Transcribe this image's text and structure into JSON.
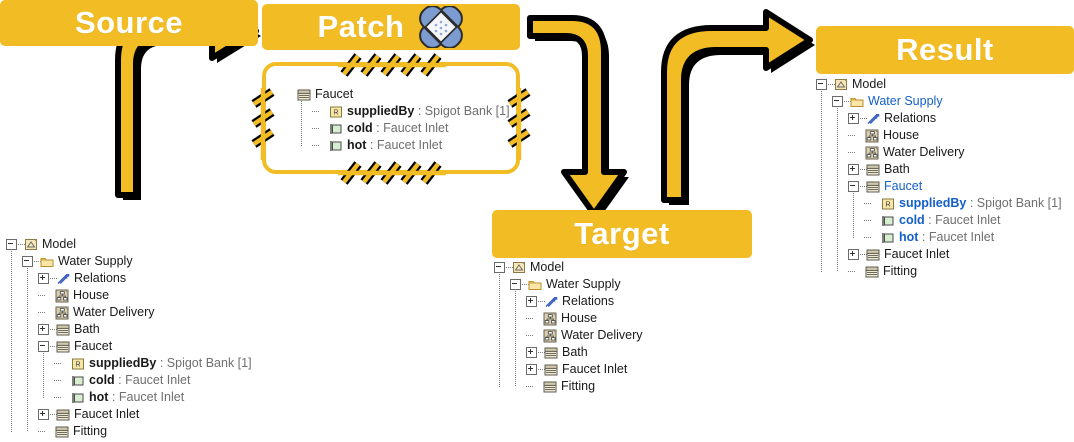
{
  "banners": {
    "source": "Source",
    "patch": "Patch",
    "target": "Target",
    "result": "Result",
    "patch_icon": "bandage-icon",
    "color": "#F2BC24",
    "text_color": "#FFFFFF"
  },
  "arrows": [
    {
      "name": "arrow-source-to-patch",
      "from": "Source",
      "to": "Patch",
      "direction": "up-right",
      "color": "#F2BC24"
    },
    {
      "name": "arrow-patch-to-target",
      "from": "Patch",
      "to": "Target",
      "direction": "down",
      "color": "#F2BC24"
    },
    {
      "name": "arrow-target-to-result",
      "from": "Target",
      "to": "Result",
      "direction": "up-right",
      "color": "#F2BC24"
    }
  ],
  "source_tree": {
    "title": "Source",
    "nodes": [
      {
        "depth": 0,
        "toggle": "minus",
        "icon": "model-icon",
        "name": "Model",
        "type": "",
        "bold": false,
        "blue": false
      },
      {
        "depth": 1,
        "toggle": "minus",
        "icon": "folder-icon",
        "name": "Water Supply",
        "type": "",
        "bold": false,
        "blue": false
      },
      {
        "depth": 2,
        "toggle": "plus",
        "icon": "relations-icon",
        "name": "Relations",
        "type": "",
        "bold": false,
        "blue": false
      },
      {
        "depth": 2,
        "toggle": "leaf",
        "icon": "diagram-icon",
        "name": "House",
        "type": "",
        "bold": false,
        "blue": false
      },
      {
        "depth": 2,
        "toggle": "leaf",
        "icon": "diagram-icon",
        "name": "Water Delivery",
        "type": "",
        "bold": false,
        "blue": false
      },
      {
        "depth": 2,
        "toggle": "plus",
        "icon": "block-icon",
        "name": "Bath",
        "type": "",
        "bold": false,
        "blue": false
      },
      {
        "depth": 2,
        "toggle": "minus",
        "icon": "block-icon",
        "name": "Faucet",
        "type": "",
        "bold": false,
        "blue": false
      },
      {
        "depth": 3,
        "toggle": "leaf",
        "icon": "reference-icon",
        "name": "suppliedBy",
        "type": " : Spigot Bank [1]",
        "bold": true,
        "blue": false
      },
      {
        "depth": 3,
        "toggle": "leaf",
        "icon": "port-icon",
        "name": "cold",
        "type": " : Faucet Inlet",
        "bold": true,
        "blue": false
      },
      {
        "depth": 3,
        "toggle": "leaf",
        "icon": "port-icon",
        "name": "hot",
        "type": " : Faucet Inlet",
        "bold": true,
        "blue": false
      },
      {
        "depth": 2,
        "toggle": "plus",
        "icon": "block-icon",
        "name": "Faucet Inlet",
        "type": "",
        "bold": false,
        "blue": false
      },
      {
        "depth": 2,
        "toggle": "leaf",
        "icon": "block-icon",
        "name": "Fitting",
        "type": "",
        "bold": false,
        "blue": false
      }
    ]
  },
  "patch_tree": {
    "title": "Patch",
    "nodes": [
      {
        "depth": 0,
        "toggle": "none",
        "icon": "block-icon",
        "name": "Faucet",
        "type": "",
        "bold": false,
        "blue": false
      },
      {
        "depth": 1,
        "toggle": "leaf",
        "icon": "reference-icon",
        "name": "suppliedBy",
        "type": " : Spigot Bank [1]",
        "bold": true,
        "blue": false
      },
      {
        "depth": 1,
        "toggle": "leaf",
        "icon": "port-icon",
        "name": "cold",
        "type": " : Faucet Inlet",
        "bold": true,
        "blue": false
      },
      {
        "depth": 1,
        "toggle": "leaf",
        "icon": "port-icon",
        "name": "hot",
        "type": " : Faucet Inlet",
        "bold": true,
        "blue": false
      }
    ]
  },
  "target_tree": {
    "title": "Target",
    "nodes": [
      {
        "depth": 0,
        "toggle": "minus",
        "icon": "model-icon",
        "name": "Model",
        "type": "",
        "bold": false,
        "blue": false
      },
      {
        "depth": 1,
        "toggle": "minus",
        "icon": "folder-icon",
        "name": "Water Supply",
        "type": "",
        "bold": false,
        "blue": false
      },
      {
        "depth": 2,
        "toggle": "plus",
        "icon": "relations-icon",
        "name": "Relations",
        "type": "",
        "bold": false,
        "blue": false
      },
      {
        "depth": 2,
        "toggle": "leaf",
        "icon": "diagram-icon",
        "name": "House",
        "type": "",
        "bold": false,
        "blue": false
      },
      {
        "depth": 2,
        "toggle": "leaf",
        "icon": "diagram-icon",
        "name": "Water Delivery",
        "type": "",
        "bold": false,
        "blue": false
      },
      {
        "depth": 2,
        "toggle": "plus",
        "icon": "block-icon",
        "name": "Bath",
        "type": "",
        "bold": false,
        "blue": false
      },
      {
        "depth": 2,
        "toggle": "plus",
        "icon": "block-icon",
        "name": "Faucet Inlet",
        "type": "",
        "bold": false,
        "blue": false
      },
      {
        "depth": 2,
        "toggle": "leaf",
        "icon": "block-icon",
        "name": "Fitting",
        "type": "",
        "bold": false,
        "blue": false
      }
    ]
  },
  "result_tree": {
    "title": "Result",
    "nodes": [
      {
        "depth": 0,
        "toggle": "minus",
        "icon": "model-icon",
        "name": "Model",
        "type": "",
        "bold": false,
        "blue": false
      },
      {
        "depth": 1,
        "toggle": "minus",
        "icon": "folder-icon",
        "name": "Water Supply",
        "type": "",
        "bold": false,
        "blue": true
      },
      {
        "depth": 2,
        "toggle": "plus",
        "icon": "relations-icon",
        "name": "Relations",
        "type": "",
        "bold": false,
        "blue": false
      },
      {
        "depth": 2,
        "toggle": "leaf",
        "icon": "diagram-icon",
        "name": "House",
        "type": "",
        "bold": false,
        "blue": false
      },
      {
        "depth": 2,
        "toggle": "leaf",
        "icon": "diagram-icon",
        "name": "Water Delivery",
        "type": "",
        "bold": false,
        "blue": false
      },
      {
        "depth": 2,
        "toggle": "plus",
        "icon": "block-icon",
        "name": "Bath",
        "type": "",
        "bold": false,
        "blue": false
      },
      {
        "depth": 2,
        "toggle": "minus",
        "icon": "block-icon",
        "name": "Faucet",
        "type": "",
        "bold": false,
        "blue": true
      },
      {
        "depth": 3,
        "toggle": "leaf",
        "icon": "reference-icon",
        "name": "suppliedBy",
        "type": " : Spigot Bank [1]",
        "bold": true,
        "blue": true
      },
      {
        "depth": 3,
        "toggle": "leaf",
        "icon": "port-icon",
        "name": "cold",
        "type": " : Faucet Inlet",
        "bold": true,
        "blue": true
      },
      {
        "depth": 3,
        "toggle": "leaf",
        "icon": "port-icon",
        "name": "hot",
        "type": " : Faucet Inlet",
        "bold": true,
        "blue": true
      },
      {
        "depth": 2,
        "toggle": "plus",
        "icon": "block-icon",
        "name": "Faucet Inlet",
        "type": "",
        "bold": false,
        "blue": false
      },
      {
        "depth": 2,
        "toggle": "leaf",
        "icon": "block-icon",
        "name": "Fitting",
        "type": "",
        "bold": false,
        "blue": false
      }
    ]
  }
}
